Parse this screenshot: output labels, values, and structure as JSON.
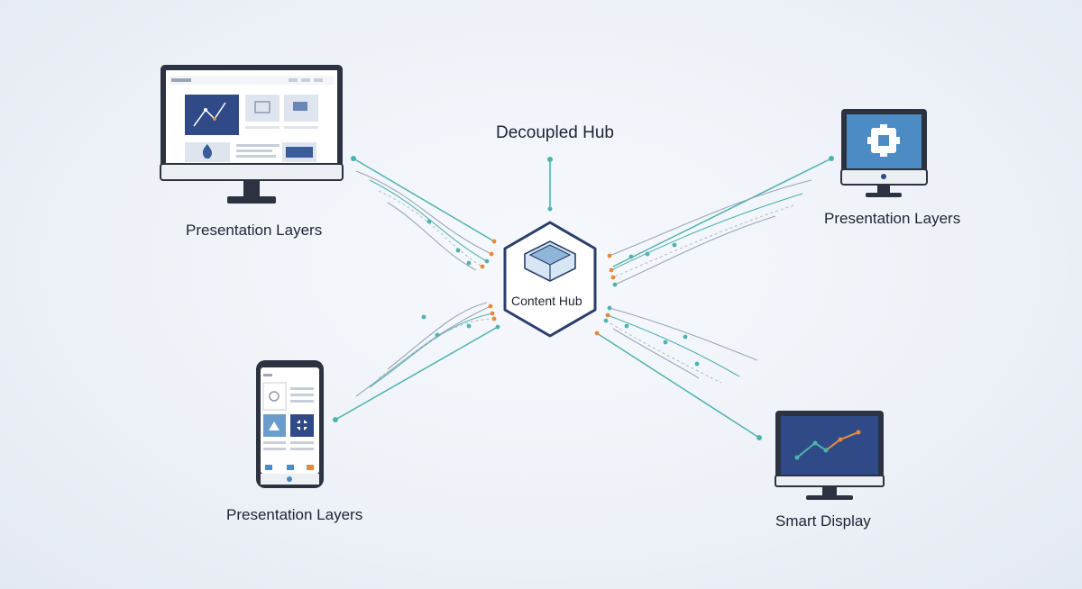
{
  "title": "Decoupled Hub",
  "hub": {
    "label": "Content Hub"
  },
  "nodes": {
    "desktop_top_left": {
      "label": "Presentation Layers",
      "icon": "desktop-monitor-icon"
    },
    "monitor_top_right": {
      "label": "Presentation Layers",
      "icon": "monitor-icon"
    },
    "phone_bottom_left": {
      "label": "Presentation Layers",
      "icon": "smartphone-icon"
    },
    "display_bottom_right": {
      "label": "Smart Display",
      "icon": "smart-display-icon"
    }
  },
  "colors": {
    "teal": "#4fb3ad",
    "orange": "#e8893a",
    "navy": "#2f4a86",
    "device_frame": "#2d3240",
    "hub_stroke": "#2a3e6b",
    "screen_blue": "#3a5c9a"
  }
}
